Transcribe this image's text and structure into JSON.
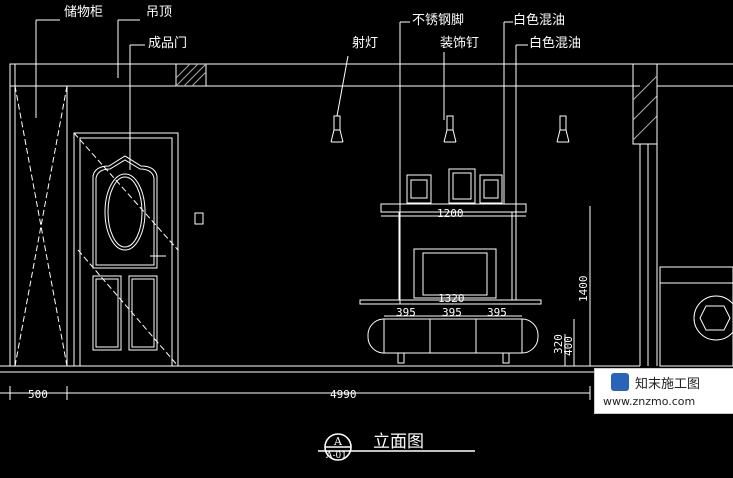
{
  "labels": {
    "storage_cabinet": "储物柜",
    "ceiling": "吊顶",
    "finished_door": "成品门",
    "spotlight": "射灯",
    "stainless_legs": "不锈钢脚",
    "decor_nails": "装饰钉",
    "white_latex_1": "白色混油",
    "white_latex_2": "白色混油"
  },
  "dimensions": {
    "shelf_width": "1200",
    "tv_width": "1320",
    "seg1": "395",
    "seg2": "395",
    "seg3": "395",
    "height_1400": "1400",
    "height_400": "400",
    "height_320": "320",
    "left_500": "500",
    "total_4990": "4990"
  },
  "title": "立面图",
  "symbol": {
    "top": "A",
    "bottom": "A-01"
  },
  "watermark": {
    "brand": "知末施工图",
    "url": "www.znzmo.com"
  }
}
